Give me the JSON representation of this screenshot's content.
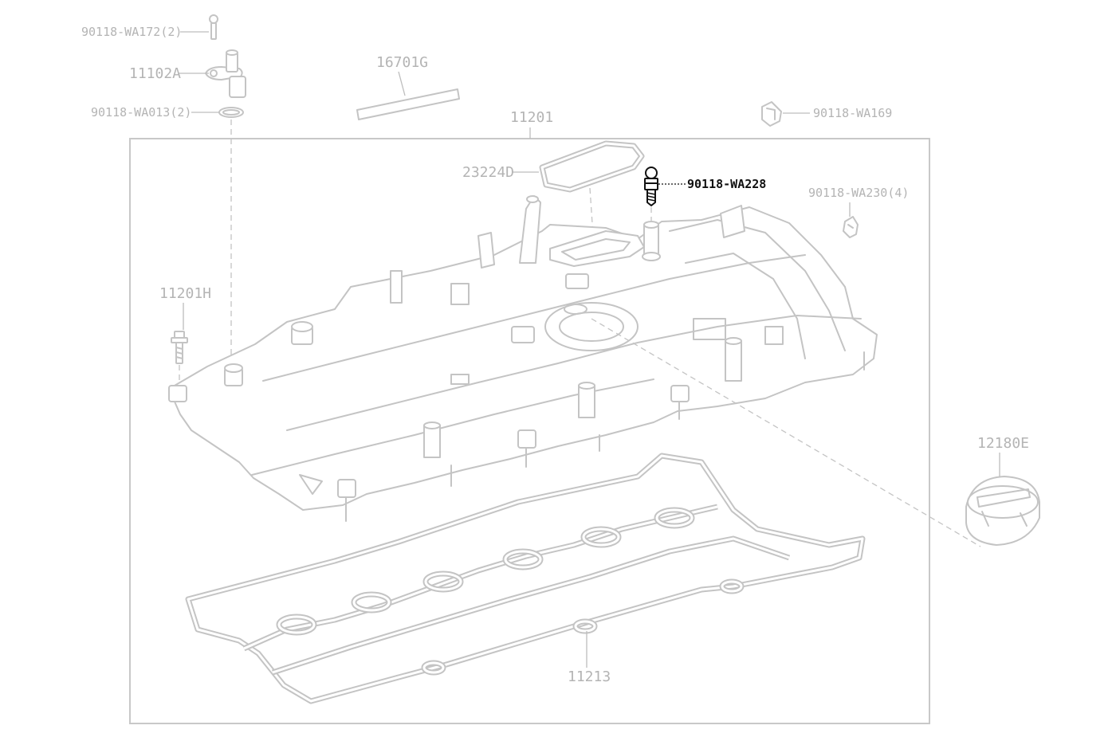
{
  "labels": {
    "bolt_sensor": "90118-WA172(2)",
    "sensor": "11102A",
    "oring": "90118-WA013(2)",
    "label_sheet": "16701G",
    "cover_assy": "11201",
    "clip_top": "90118-WA169",
    "gasket_oval": "23224D",
    "stud_bolt": "90118-WA228",
    "clip_side": "90118-WA230(4)",
    "bolt_left": "11201H",
    "oil_cap": "12180E",
    "cover_gasket": "11213"
  },
  "highlighted_part": "90118-WA228",
  "colors": {
    "line": "#c4c4c4",
    "label": "#b4b4b4",
    "highlight": "#111111",
    "background": "#ffffff"
  }
}
